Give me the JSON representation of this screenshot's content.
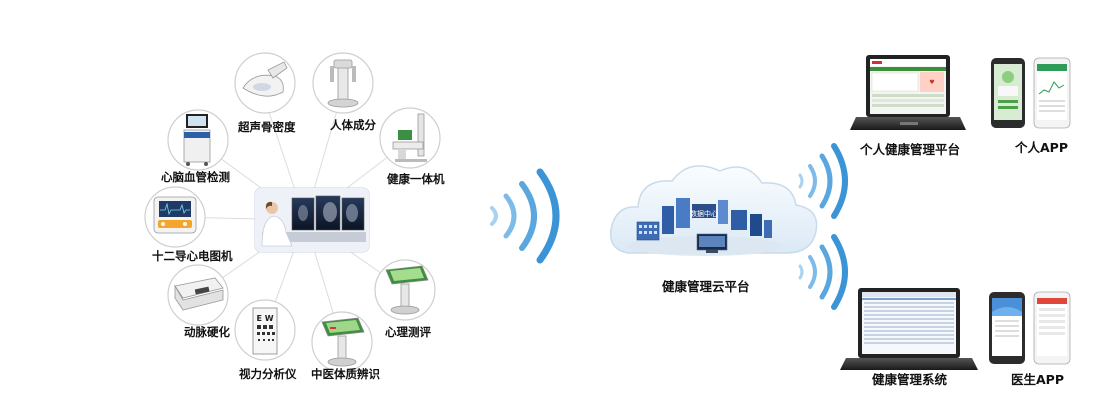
{
  "devices": {
    "ultrasound_bone": "超声骨密度",
    "body_composition": "人体成分",
    "health_all_in_one": "健康一体机",
    "cardio_vascular": "心脑血管检测",
    "ecg_12_lead": "十二导心电图机",
    "arteriosclerosis": "动脉硬化",
    "vision_analyzer": "视力分析仪",
    "tcm_constitution": "中医体质辨识",
    "psych_assessment": "心理测评"
  },
  "cloud": {
    "label": "健康管理云平台",
    "server_sign": "数据中心"
  },
  "outputs": {
    "personal_platform": "个人健康管理平台",
    "personal_app": "个人APP",
    "management_system": "健康管理系统",
    "doctor_app": "医生APP"
  },
  "colors": {
    "wave_blue": "#6fb3e6",
    "circle_border": "#cfcfcf",
    "screen_green": "#2f8f3a",
    "cloud_fill": "#eef5fb"
  }
}
